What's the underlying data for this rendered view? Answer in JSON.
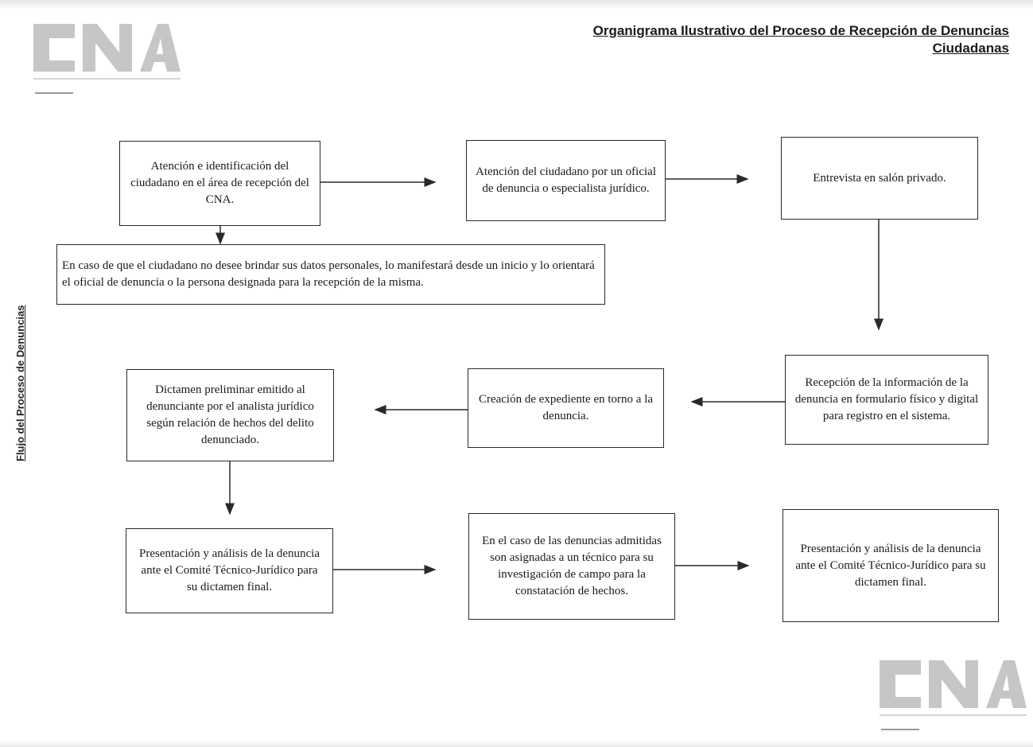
{
  "header": {
    "title": "Organigrama Ilustrativo del Proceso de Recepción de Denuncias Ciudadanas",
    "logo_top": "CNA",
    "logo_bottom": "CNA"
  },
  "side_label": "Flujo del Proceso de Denuncias",
  "steps": [
    {
      "id": "s1",
      "text": "Atención e identificación del ciudadano en el área de recepción del CNA."
    },
    {
      "id": "s2",
      "text": "Atención del ciudadano por un oficial de denuncia o especialista jurídico."
    },
    {
      "id": "s3",
      "text": "Entrevista en salón privado."
    },
    {
      "id": "note",
      "text": "En caso de que el ciudadano no desee brindar sus datos personales, lo manifestará desde un inicio y lo orientará el oficial de denuncia o la persona designada para la recepción de la misma."
    },
    {
      "id": "s4",
      "text": "Recepción de la información de la denuncia en formulario físico y digital para registro en el sistema."
    },
    {
      "id": "s5",
      "text": "Creación de expediente en torno a la denuncia."
    },
    {
      "id": "s6",
      "text": "Dictamen preliminar emitido al denunciante por el analista jurídico según relación de hechos del delito denunciado."
    },
    {
      "id": "s7",
      "text": "Presentación y análisis de la denuncia ante el Comité Técnico-Jurídico para su dictamen final."
    },
    {
      "id": "s8",
      "text": "En el caso de las denuncias admitidas son asignadas a un técnico para su investigación de campo para la constatación de hechos."
    },
    {
      "id": "s9",
      "text": "Presentación y análisis de la denuncia ante el Comité Técnico-Jurídico para su dictamen final."
    }
  ],
  "colors": {
    "logo_gray": "#c6c6c6",
    "line": "#2a2a2a",
    "text": "#1a1a1a"
  }
}
